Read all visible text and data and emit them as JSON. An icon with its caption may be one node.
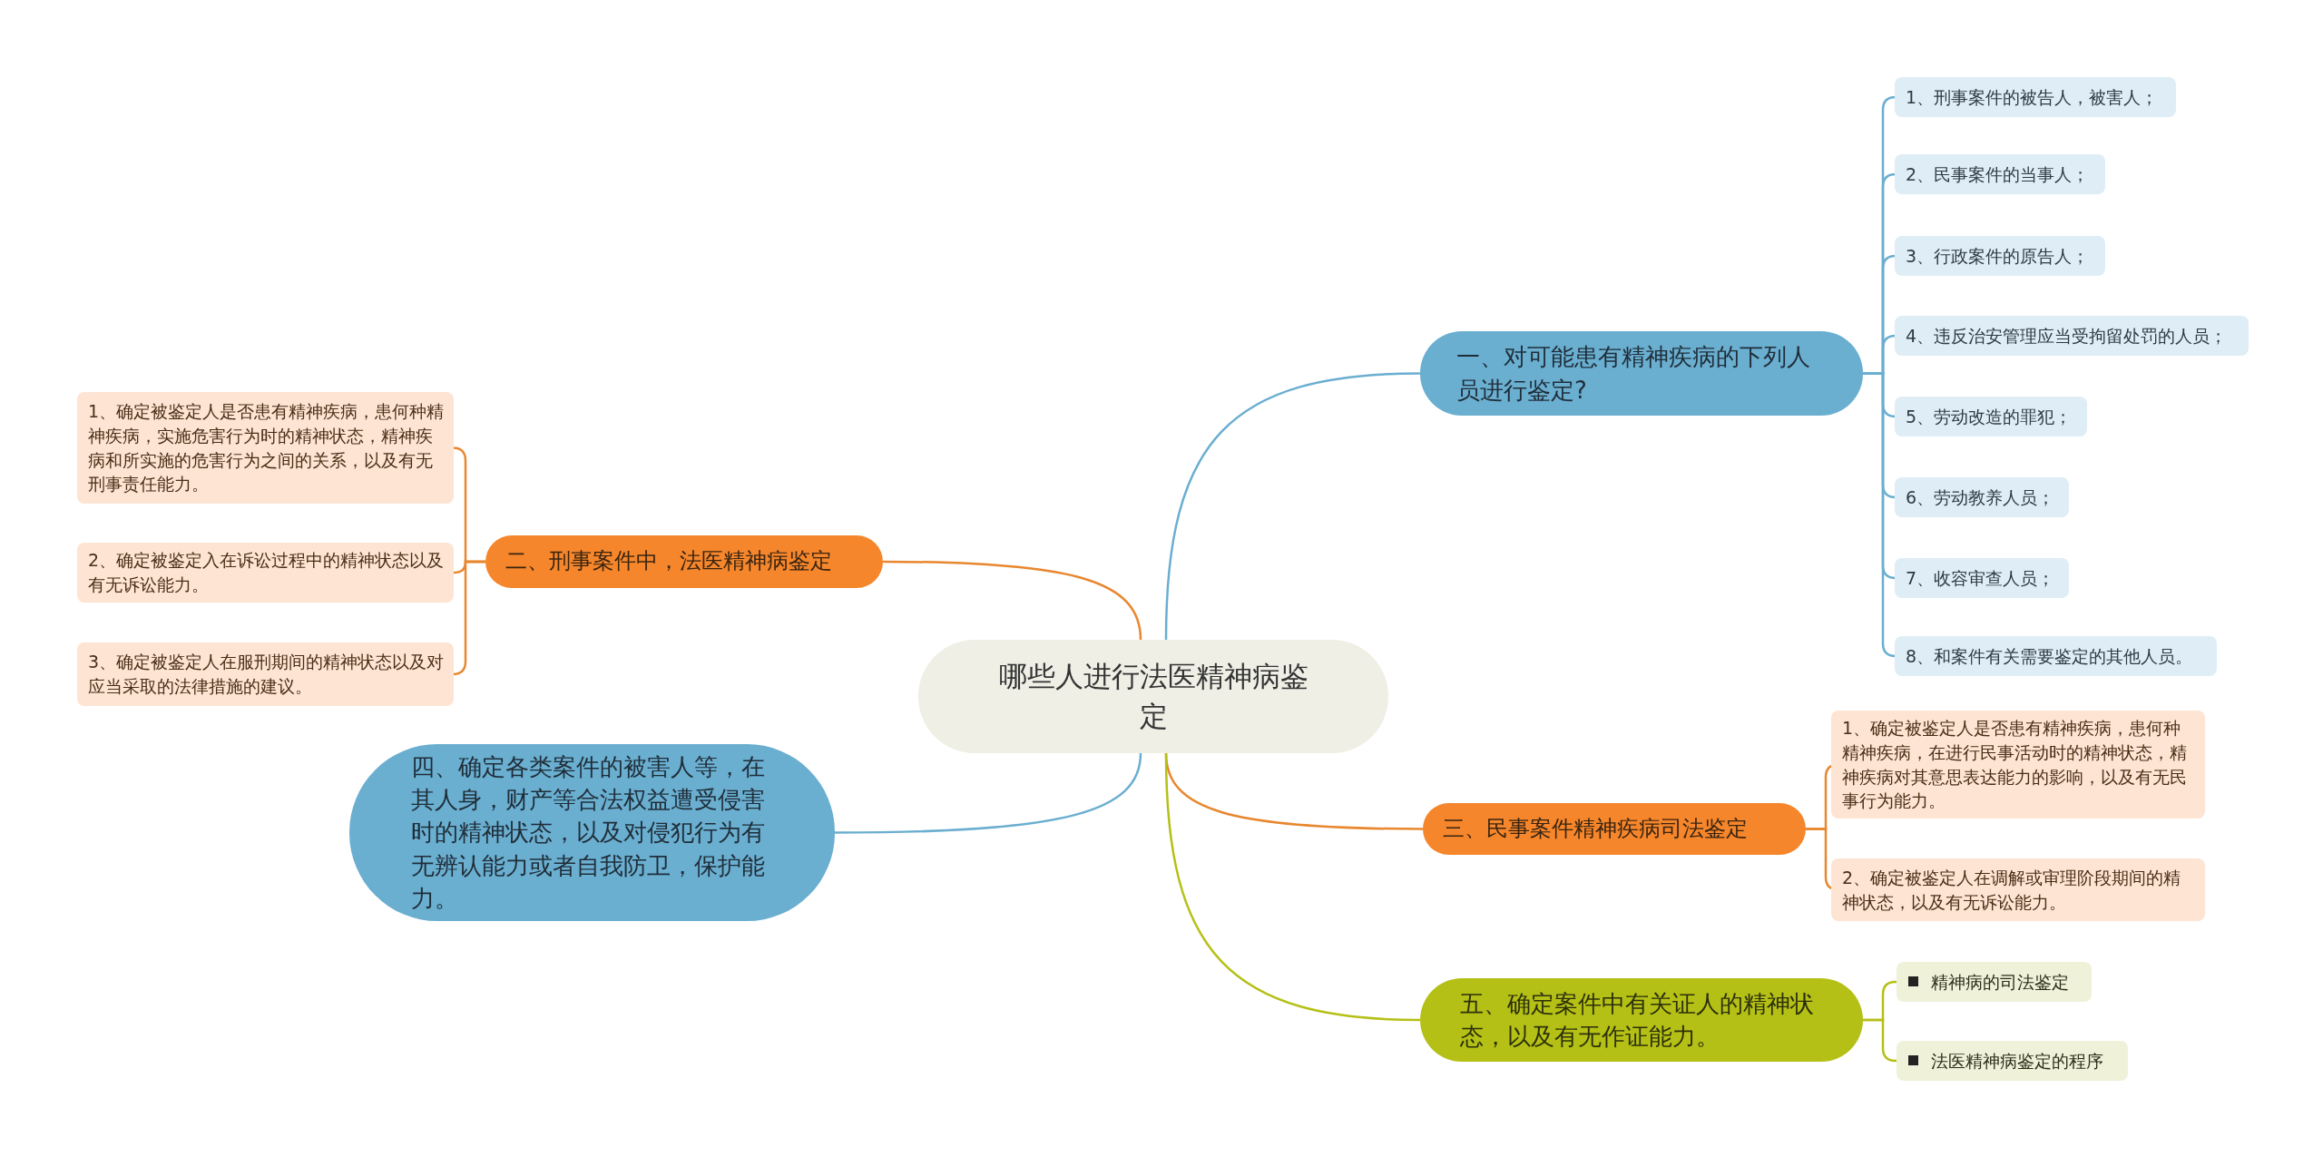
{
  "diagram": {
    "nodes": [
      {
        "text": [
          "哪些人进行法医精神病鉴定"
        ]
      },
      {
        "text": [
          "一、对可能患有精神疾病的下列人员进行鉴定?"
        ]
      },
      {
        "text": [
          "1、刑事案件的被告人，被害人；"
        ]
      },
      {
        "text": [
          "2、民事案件的当事人；"
        ]
      },
      {
        "text": [
          "3、行政案件的原告人；"
        ]
      },
      {
        "text": [
          "4、违反治安管理应当受拘留处罚的人员；"
        ]
      },
      {
        "text": [
          "5、劳动改造的罪犯；"
        ]
      },
      {
        "text": [
          "6、劳动教养人员；"
        ]
      },
      {
        "text": [
          "7、收容审查人员；"
        ]
      },
      {
        "text": [
          "8、和案件有关需要鉴定的其他人员。"
        ]
      },
      {
        "text": [
          "二、刑事案件中，法医精神病鉴定"
        ]
      },
      {
        "text": [
          "1、确定被鉴定人是否患有精神疾病，患何种精神疾病，实施危害行为时的精神状态，精神疾病和所实施的危害行为之间的关系，以及有无刑事责任能力。"
        ]
      },
      {
        "text": [
          "2、确定被鉴定入在诉讼过程中的精神状态以及有无诉讼能力。"
        ]
      },
      {
        "text": [
          "3、确定被鉴定人在服刑期间的精神状态以及对应当采取的法律措施的建议。"
        ]
      },
      {
        "text": [
          "三、民事案件精神疾病司法鉴定"
        ]
      },
      {
        "text": [
          "1、确定被鉴定人是否患有精神疾病，患何种精神疾病，在进行民事活动时的精神状态，精神疾病对其意思表达能力的影响，以及有无民事行为能力。"
        ]
      },
      {
        "text": [
          "2、确定被鉴定人在调解或审理阶段期间的精神状态，以及有无诉讼能力。"
        ]
      },
      {
        "text": [
          "四、确定各类案件的被害人等，在其人身，财产等合法权益遭受侵害时的精神状态，以及对侵犯行为有无辨认能力或者自我防卫，保护能力。"
        ]
      },
      {
        "text": [
          "五、确定案件中有关证人的精神状态，以及有无作证能力。"
        ]
      },
      {
        "text": [
          "精神病的司法鉴定"
        ]
      },
      {
        "text": [
          "法医精神病鉴定的程序"
        ]
      }
    ],
    "edges": [
      {
        "from": 0,
        "to": 1,
        "arrow": "none",
        "color": "#6aaed0"
      },
      {
        "from": 1,
        "to": 2,
        "arrow": "none",
        "color": "#6aaed0"
      },
      {
        "from": 1,
        "to": 3,
        "arrow": "none",
        "color": "#6aaed0"
      },
      {
        "from": 1,
        "to": 4,
        "arrow": "none",
        "color": "#6aaed0"
      },
      {
        "from": 1,
        "to": 5,
        "arrow": "none",
        "color": "#6aaed0"
      },
      {
        "from": 1,
        "to": 6,
        "arrow": "none",
        "color": "#6aaed0"
      },
      {
        "from": 1,
        "to": 7,
        "arrow": "none",
        "color": "#6aaed0"
      },
      {
        "from": 1,
        "to": 8,
        "arrow": "none",
        "color": "#6aaed0"
      },
      {
        "from": 1,
        "to": 9,
        "arrow": "none",
        "color": "#6aaed0"
      },
      {
        "from": 0,
        "to": 10,
        "arrow": "none",
        "color": "#e8872f"
      },
      {
        "from": 10,
        "to": 11,
        "arrow": "none",
        "color": "#e8872f"
      },
      {
        "from": 10,
        "to": 12,
        "arrow": "none",
        "color": "#e8872f"
      },
      {
        "from": 10,
        "to": 13,
        "arrow": "none",
        "color": "#e8872f"
      },
      {
        "from": 0,
        "to": 14,
        "arrow": "none",
        "color": "#e8872f"
      },
      {
        "from": 14,
        "to": 15,
        "arrow": "none",
        "color": "#e8872f"
      },
      {
        "from": 14,
        "to": 16,
        "arrow": "none",
        "color": "#e8872f"
      },
      {
        "from": 0,
        "to": 17,
        "arrow": "none",
        "color": "#6aaed0"
      },
      {
        "from": 0,
        "to": 18,
        "arrow": "none",
        "color": "#b5c017"
      },
      {
        "from": 18,
        "to": 19,
        "arrow": "none",
        "color": "#b5c017"
      },
      {
        "from": 18,
        "to": 20,
        "arrow": "none",
        "color": "#b5c017"
      }
    ]
  }
}
